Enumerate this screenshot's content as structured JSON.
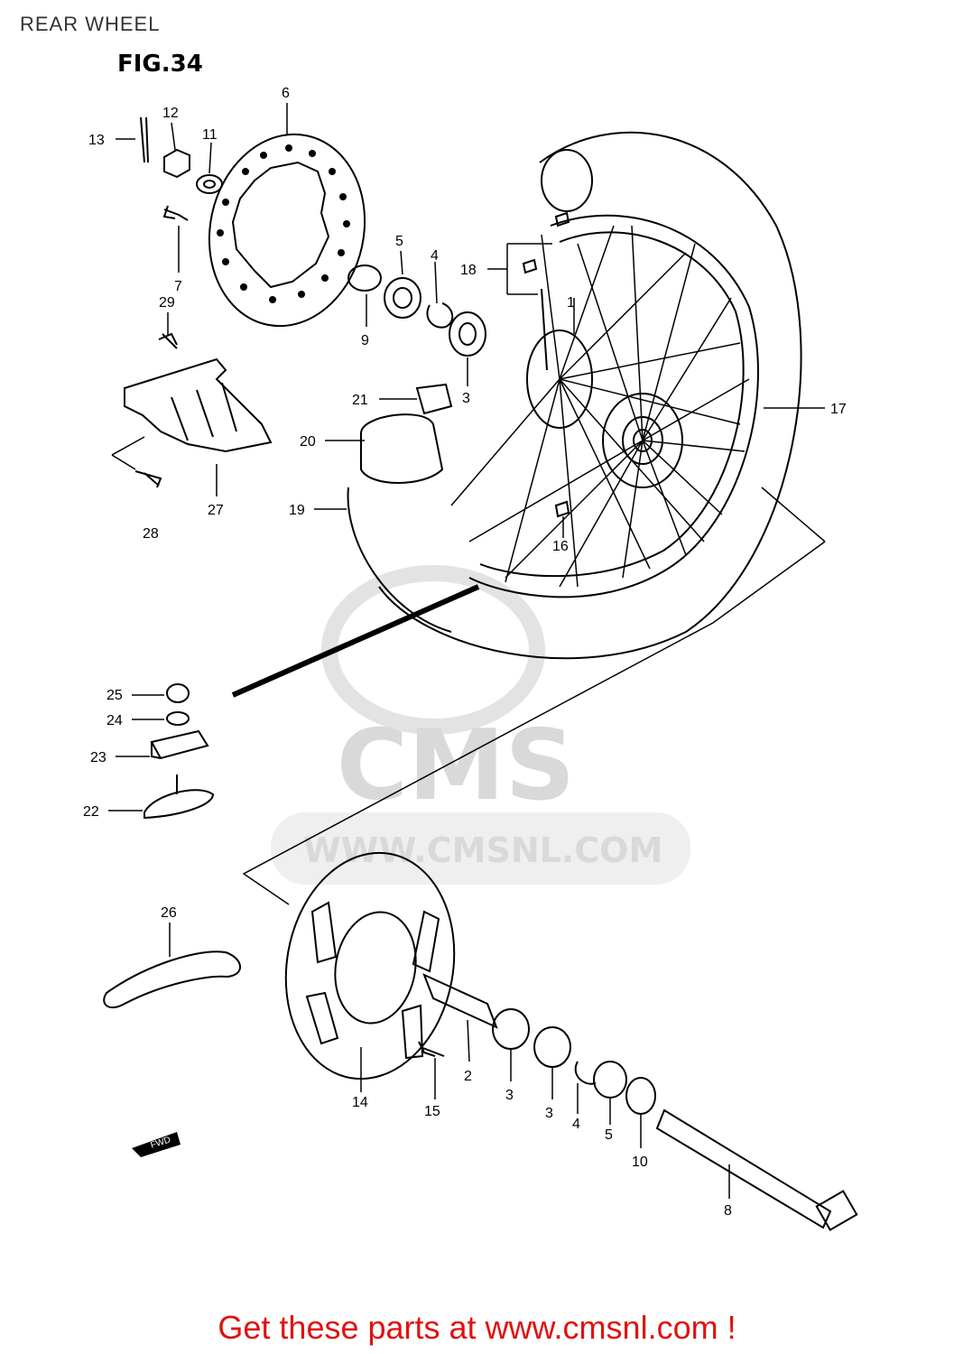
{
  "header": {
    "title": "REAR WHEEL",
    "figure": "FIG.34"
  },
  "watermark": {
    "brand": "CMS",
    "url": "WWW.CMSNL.COM"
  },
  "fwd_label": "FWD",
  "callouts": [
    "1",
    "2",
    "3",
    "3",
    "3",
    "4",
    "4",
    "5",
    "5",
    "6",
    "7",
    "8",
    "9",
    "10",
    "11",
    "12",
    "13",
    "14",
    "15",
    "16",
    "17",
    "18",
    "19",
    "20",
    "21",
    "22",
    "23",
    "24",
    "25",
    "26",
    "27",
    "28",
    "29"
  ],
  "footer": {
    "cta": "Get these parts at www.cmsnl.com !"
  },
  "colors": {
    "cta": "#e0120f",
    "watermark": "#d9d9d9",
    "line": "#000000"
  }
}
